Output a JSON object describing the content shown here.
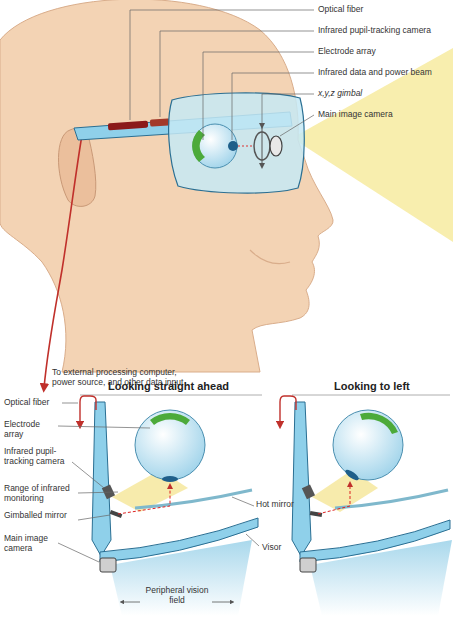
{
  "diagram": {
    "labels": [
      "Optical fiber",
      "Infrared pupil-tracking camera",
      "Electrode array",
      "Infrared data and power beam",
      "x,y,z gimbal",
      "Main image camera",
      "To external processing computer, power source, and other data input",
      "Looking straight ahead",
      "Looking to left",
      "Optical fiber",
      "Electrode array",
      "Infrared pupil-tracking camera",
      "Range of infrared monitoring",
      "Gimballed mirror",
      "Main image camera",
      "Hot mirror",
      "Visor",
      "Peripheral vision field"
    ]
  }
}
